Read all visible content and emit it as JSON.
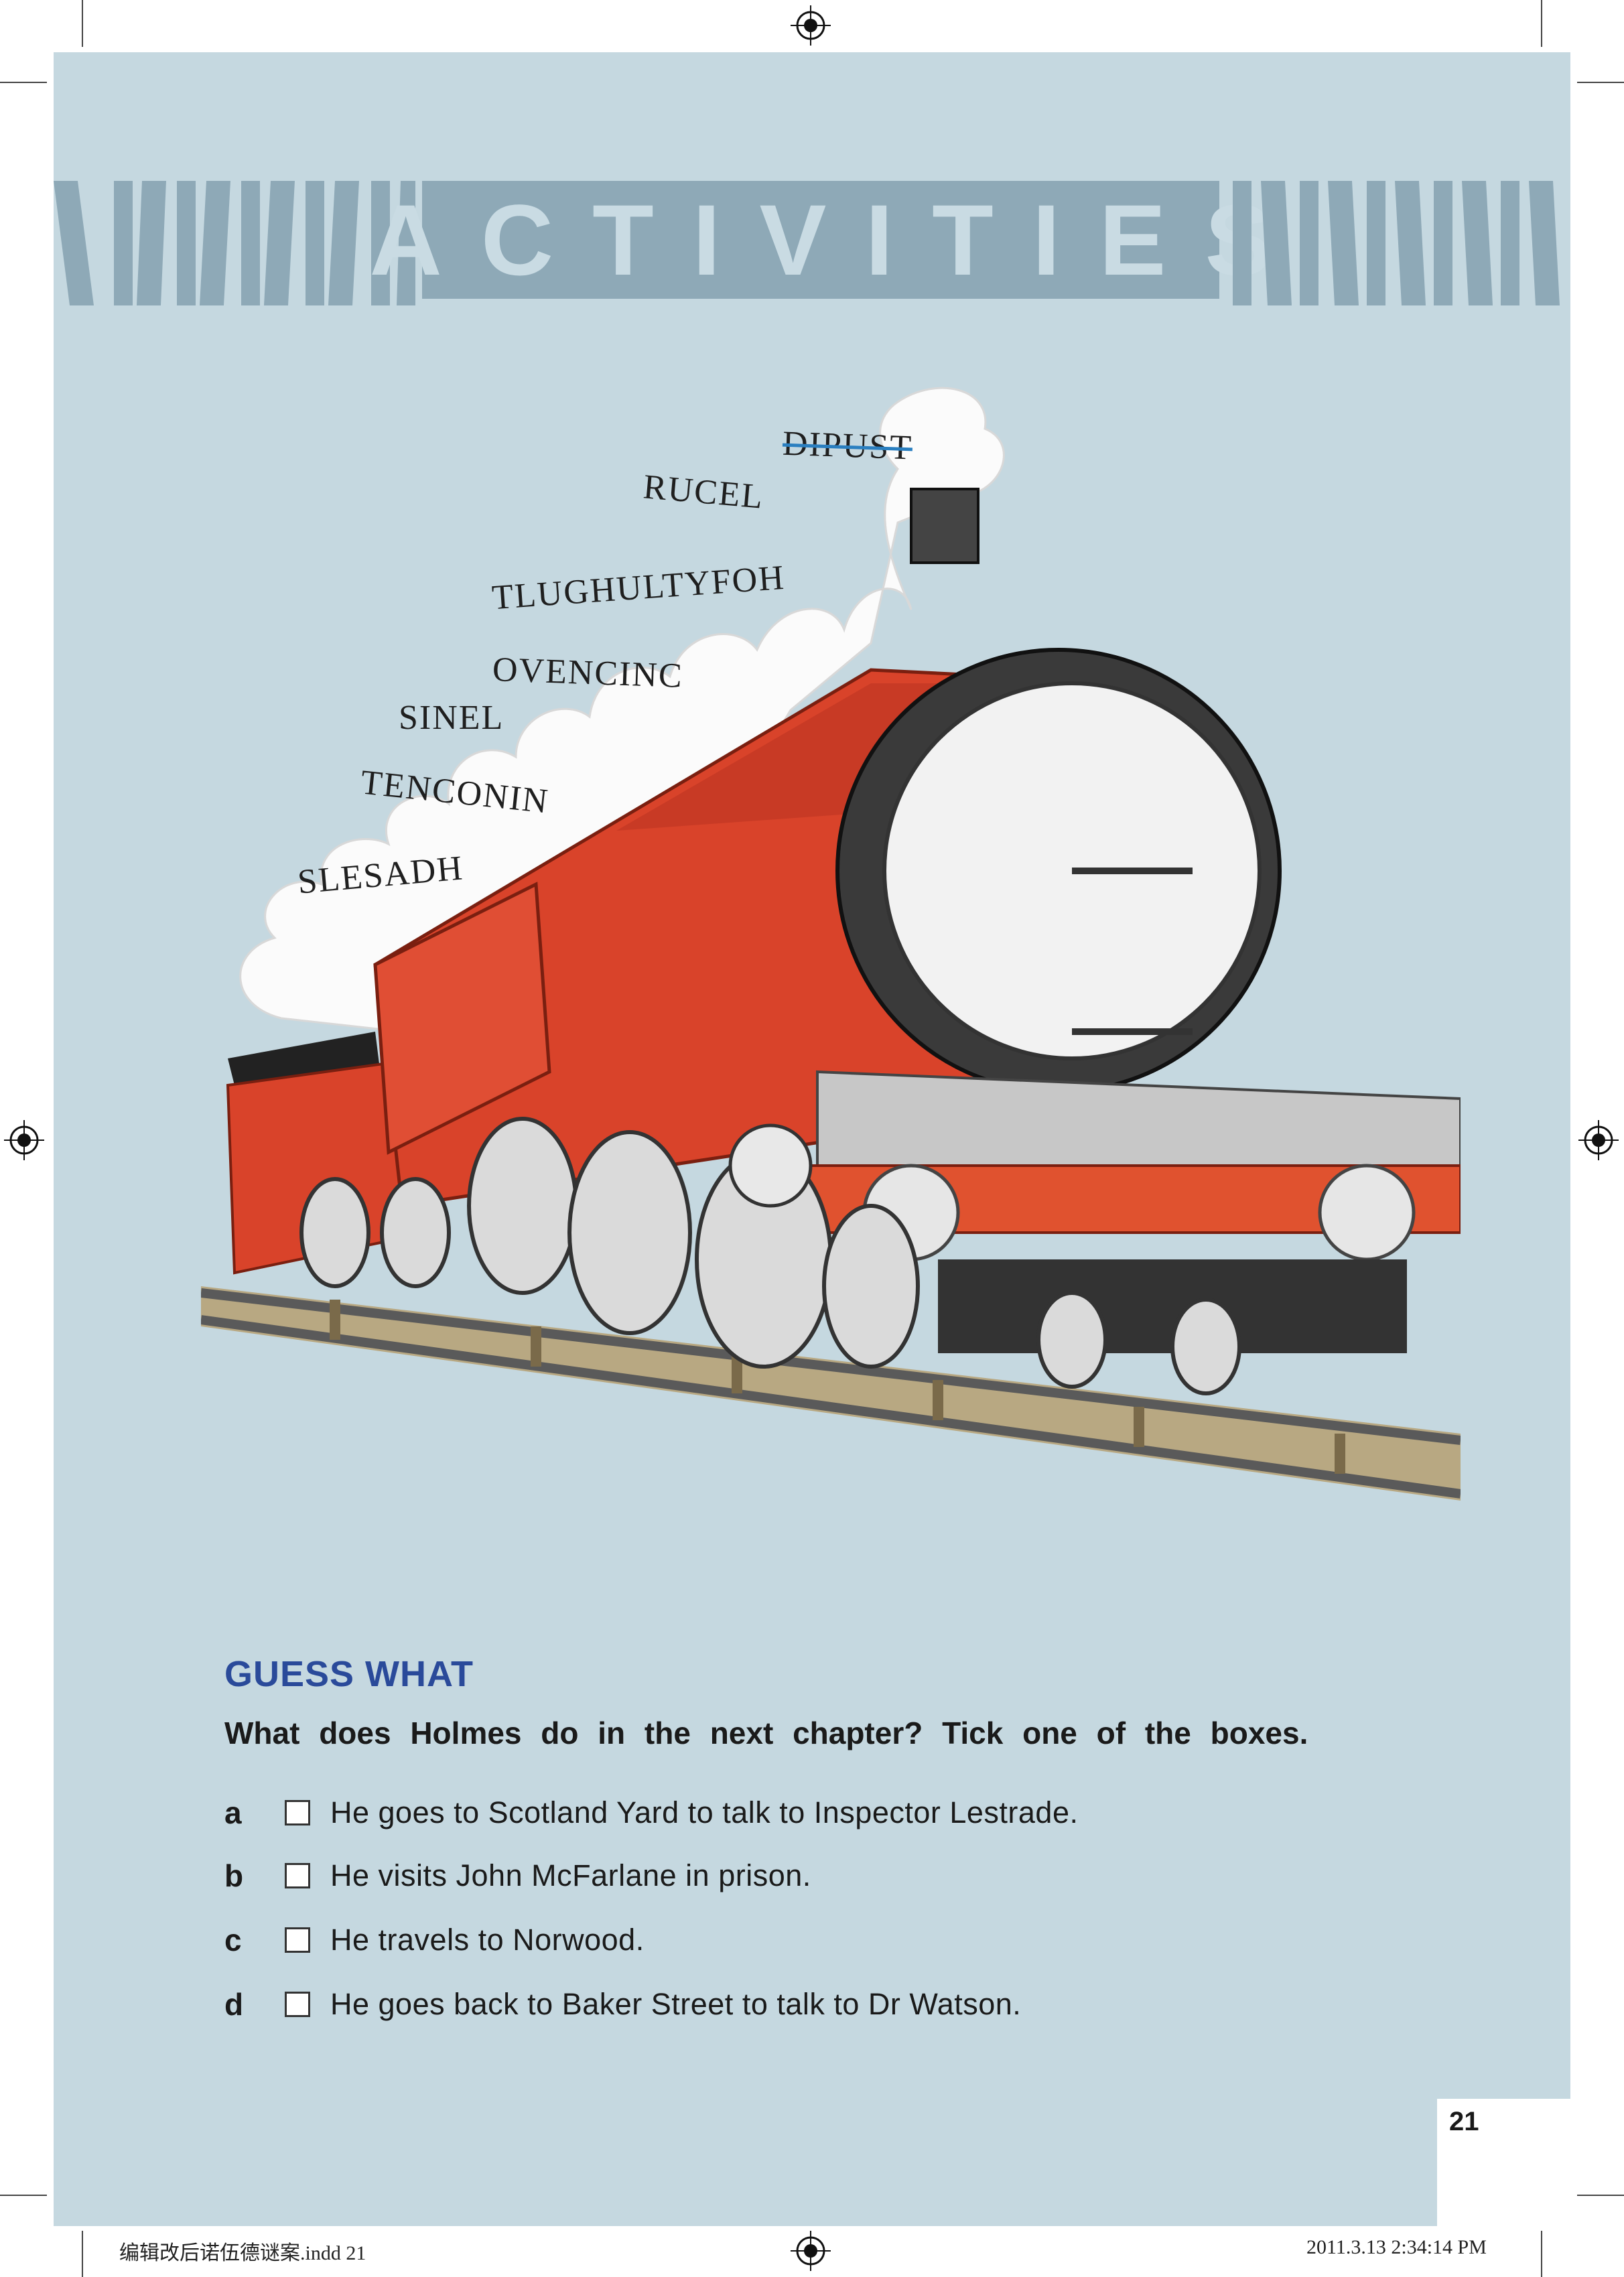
{
  "header": {
    "title": "ACTIVITIES"
  },
  "anagrams": [
    {
      "word": "DIPUST",
      "struck": true
    },
    {
      "word": "RUCEL",
      "struck": false
    },
    {
      "word": "TLUGHULTYFOH",
      "struck": false
    },
    {
      "word": "OVENCINC",
      "struck": false
    },
    {
      "word": "SINEL",
      "struck": false
    },
    {
      "word": "TENCONIN",
      "struck": false
    },
    {
      "word": "SLESADH",
      "struck": false
    }
  ],
  "guess": {
    "heading": "GUESS WHAT",
    "instruction": "What does Holmes do in the next chapter? Tick one of the boxes.",
    "options": [
      {
        "letter": "a",
        "text": "He goes to Scotland Yard to talk to Inspector Lestrade."
      },
      {
        "letter": "b",
        "text": "He visits John McFarlane in prison."
      },
      {
        "letter": "c",
        "text": "He travels to Norwood."
      },
      {
        "letter": "d",
        "text": "He goes back to Baker Street to talk to Dr Watson."
      }
    ]
  },
  "page_number": "21",
  "slug": {
    "left": "编辑改后诺伍德谜案.indd   21",
    "right": "2011.3.13   2:34:14 PM"
  },
  "colors": {
    "panel": "#c5d8e0",
    "band": "#8ea9b7",
    "heading": "#2a4a9a",
    "engine": "#d9432a"
  }
}
